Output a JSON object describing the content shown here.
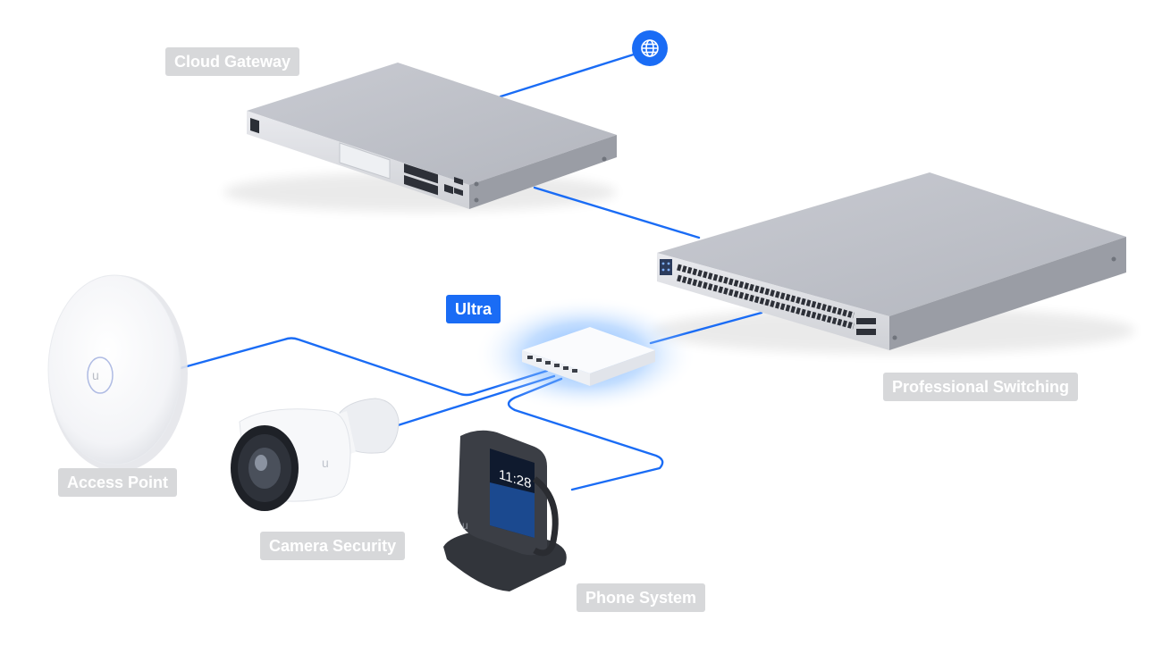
{
  "labels": {
    "cloud_gateway": "Cloud Gateway",
    "professional_switching": "Professional Switching",
    "ultra": "Ultra",
    "access_point": "Access Point",
    "camera_security": "Camera Security",
    "phone_system": "Phone System"
  },
  "phone": {
    "screen_time": "11:28"
  },
  "icons": {
    "internet": "globe-icon"
  },
  "colors": {
    "link": "#1a6cf5",
    "accent": "#1a6cf5",
    "label_bg": "#d7d8da",
    "ultra_glow": "#5aa2ff"
  }
}
